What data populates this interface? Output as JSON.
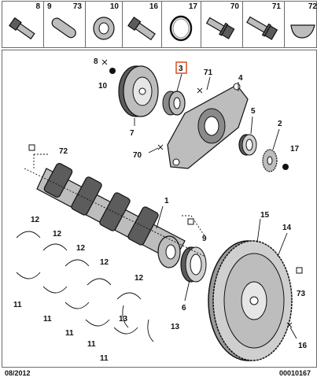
{
  "legend": {
    "items": [
      {
        "number": "8",
        "icon": "bolt-icon"
      },
      {
        "number": "9",
        "icon": "pin-icon"
      },
      {
        "number": "73",
        "icon": "dowel-icon"
      },
      {
        "number": "10",
        "icon": "washer-icon"
      },
      {
        "number": "16",
        "icon": "bolt-icon"
      },
      {
        "number": "17",
        "icon": "seal-ring-icon"
      },
      {
        "number": "70",
        "icon": "flange-bolt-icon"
      },
      {
        "number": "71",
        "icon": "flange-bolt-icon"
      },
      {
        "number": "72",
        "icon": "woodruff-key-icon"
      }
    ]
  },
  "diagram": {
    "callouts": {
      "c8": "8",
      "c10": "10",
      "c3": "3",
      "c71": "71",
      "c4": "4",
      "c7": "7",
      "c5": "5",
      "c2": "2",
      "c17": "17",
      "c70": "70",
      "c72": "72",
      "c1": "1",
      "c9": "9",
      "c12a": "12",
      "c12b": "12",
      "c12c": "12",
      "c12d": "12",
      "c12e": "12",
      "c11a": "11",
      "c11b": "11",
      "c11c": "11",
      "c11d": "11",
      "c11e": "11",
      "c13a": "13",
      "c13b": "13",
      "c6": "6",
      "c15": "15",
      "c14": "14",
      "c73": "73",
      "c16": "16"
    },
    "highlight_color": "#e0582a"
  },
  "footer": {
    "date": "08/2012",
    "reference": "00010167"
  }
}
